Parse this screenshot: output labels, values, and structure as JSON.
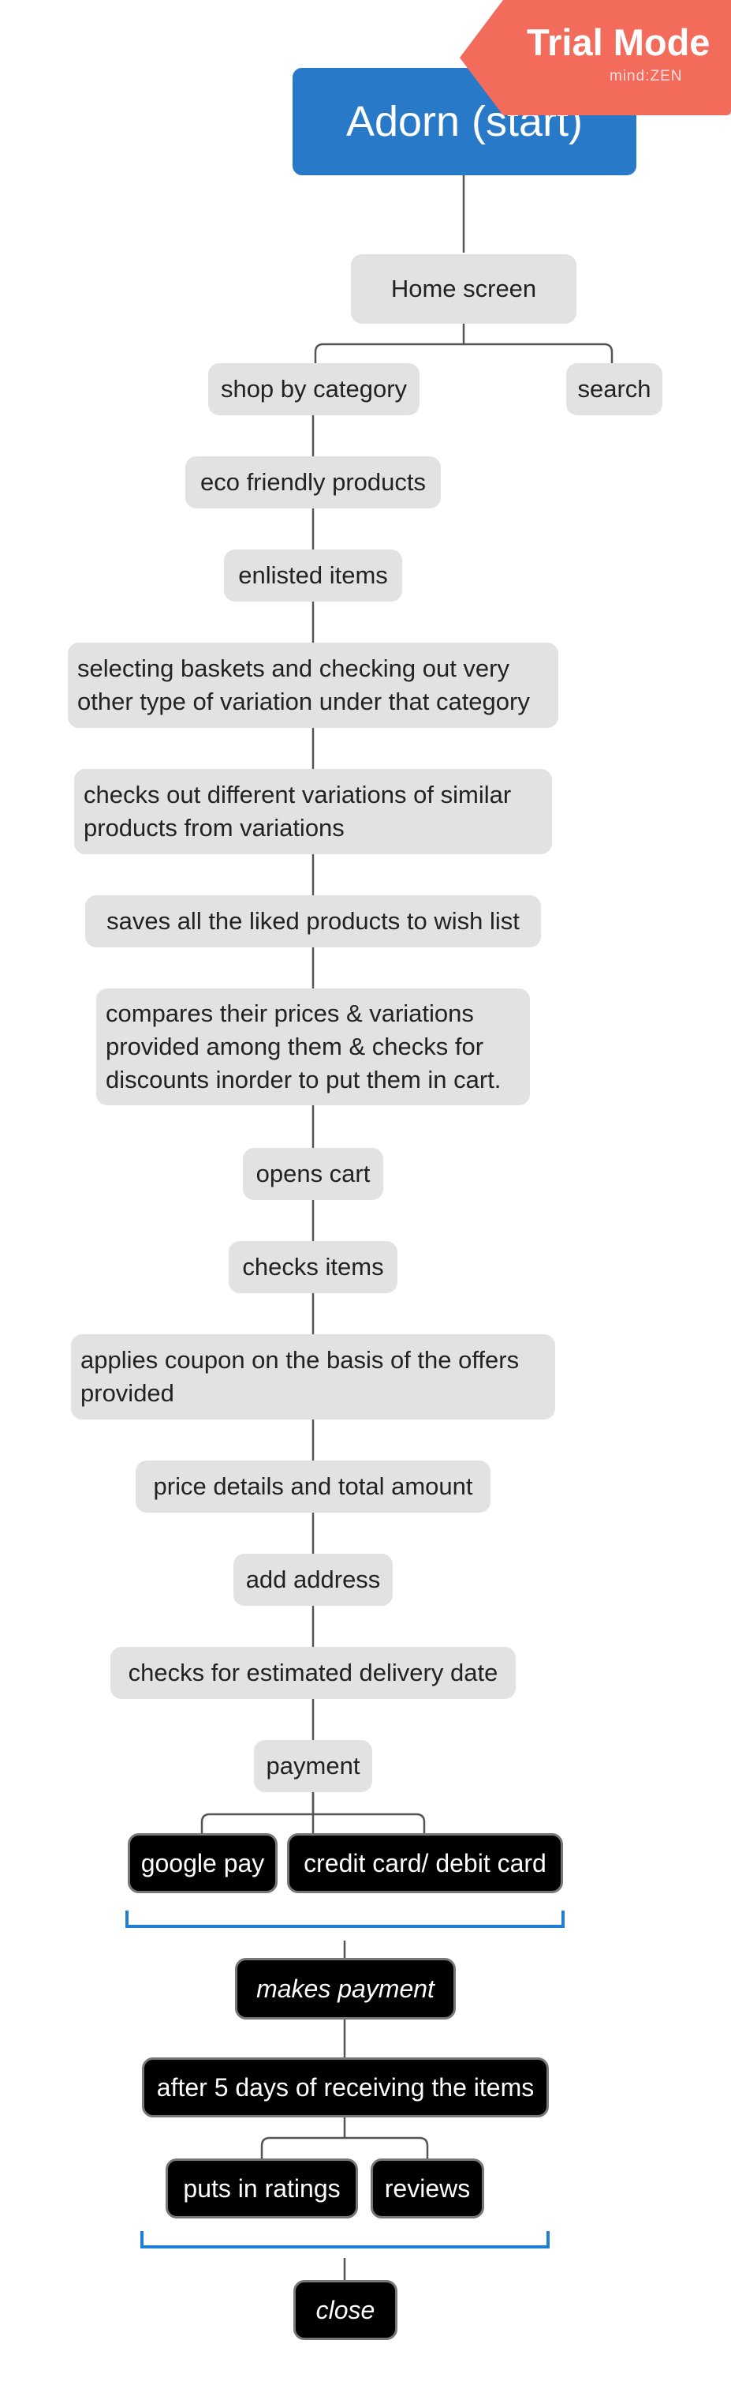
{
  "diagram": {
    "start": "Adorn (start)",
    "home": "Home screen",
    "shop_by_category": "shop by category",
    "search": "search",
    "eco": "eco friendly products",
    "enlisted": "enlisted items",
    "selecting": [
      "selecting  baskets and checking out very",
      "other type of variation under that category"
    ],
    "checks_variations": [
      "checks out different variations of similar",
      "products from variations"
    ],
    "wishlist": "saves all the liked products to wish list",
    "compares": [
      "compares  their prices & variations",
      "provided among them & checks for",
      "discounts inorder to put them in cart."
    ],
    "opens_cart": "opens cart",
    "checks_items": "checks items",
    "coupon": [
      "applies coupon on the basis of the offers",
      "provided"
    ],
    "price_details": "price details and total amount",
    "add_address": "add address",
    "delivery_date": "checks for estimated delivery date",
    "payment": "payment",
    "google_pay": "google pay",
    "card": "credit card/ debit card",
    "makes_payment": "makes payment",
    "after_days": "after 5 days of receiving the items",
    "ratings": "puts in ratings",
    "reviews": "reviews",
    "close": "close"
  },
  "watermark": {
    "label": "Trial Mode",
    "logo": "mind:ZEN"
  },
  "colors": {
    "start_node": "#2979c9",
    "grey_node": "#e2e2e2",
    "dark_node": "#000000",
    "bracket": "#1f7ed6",
    "connector": "#555555",
    "trial_banner": "#f26b5b"
  }
}
